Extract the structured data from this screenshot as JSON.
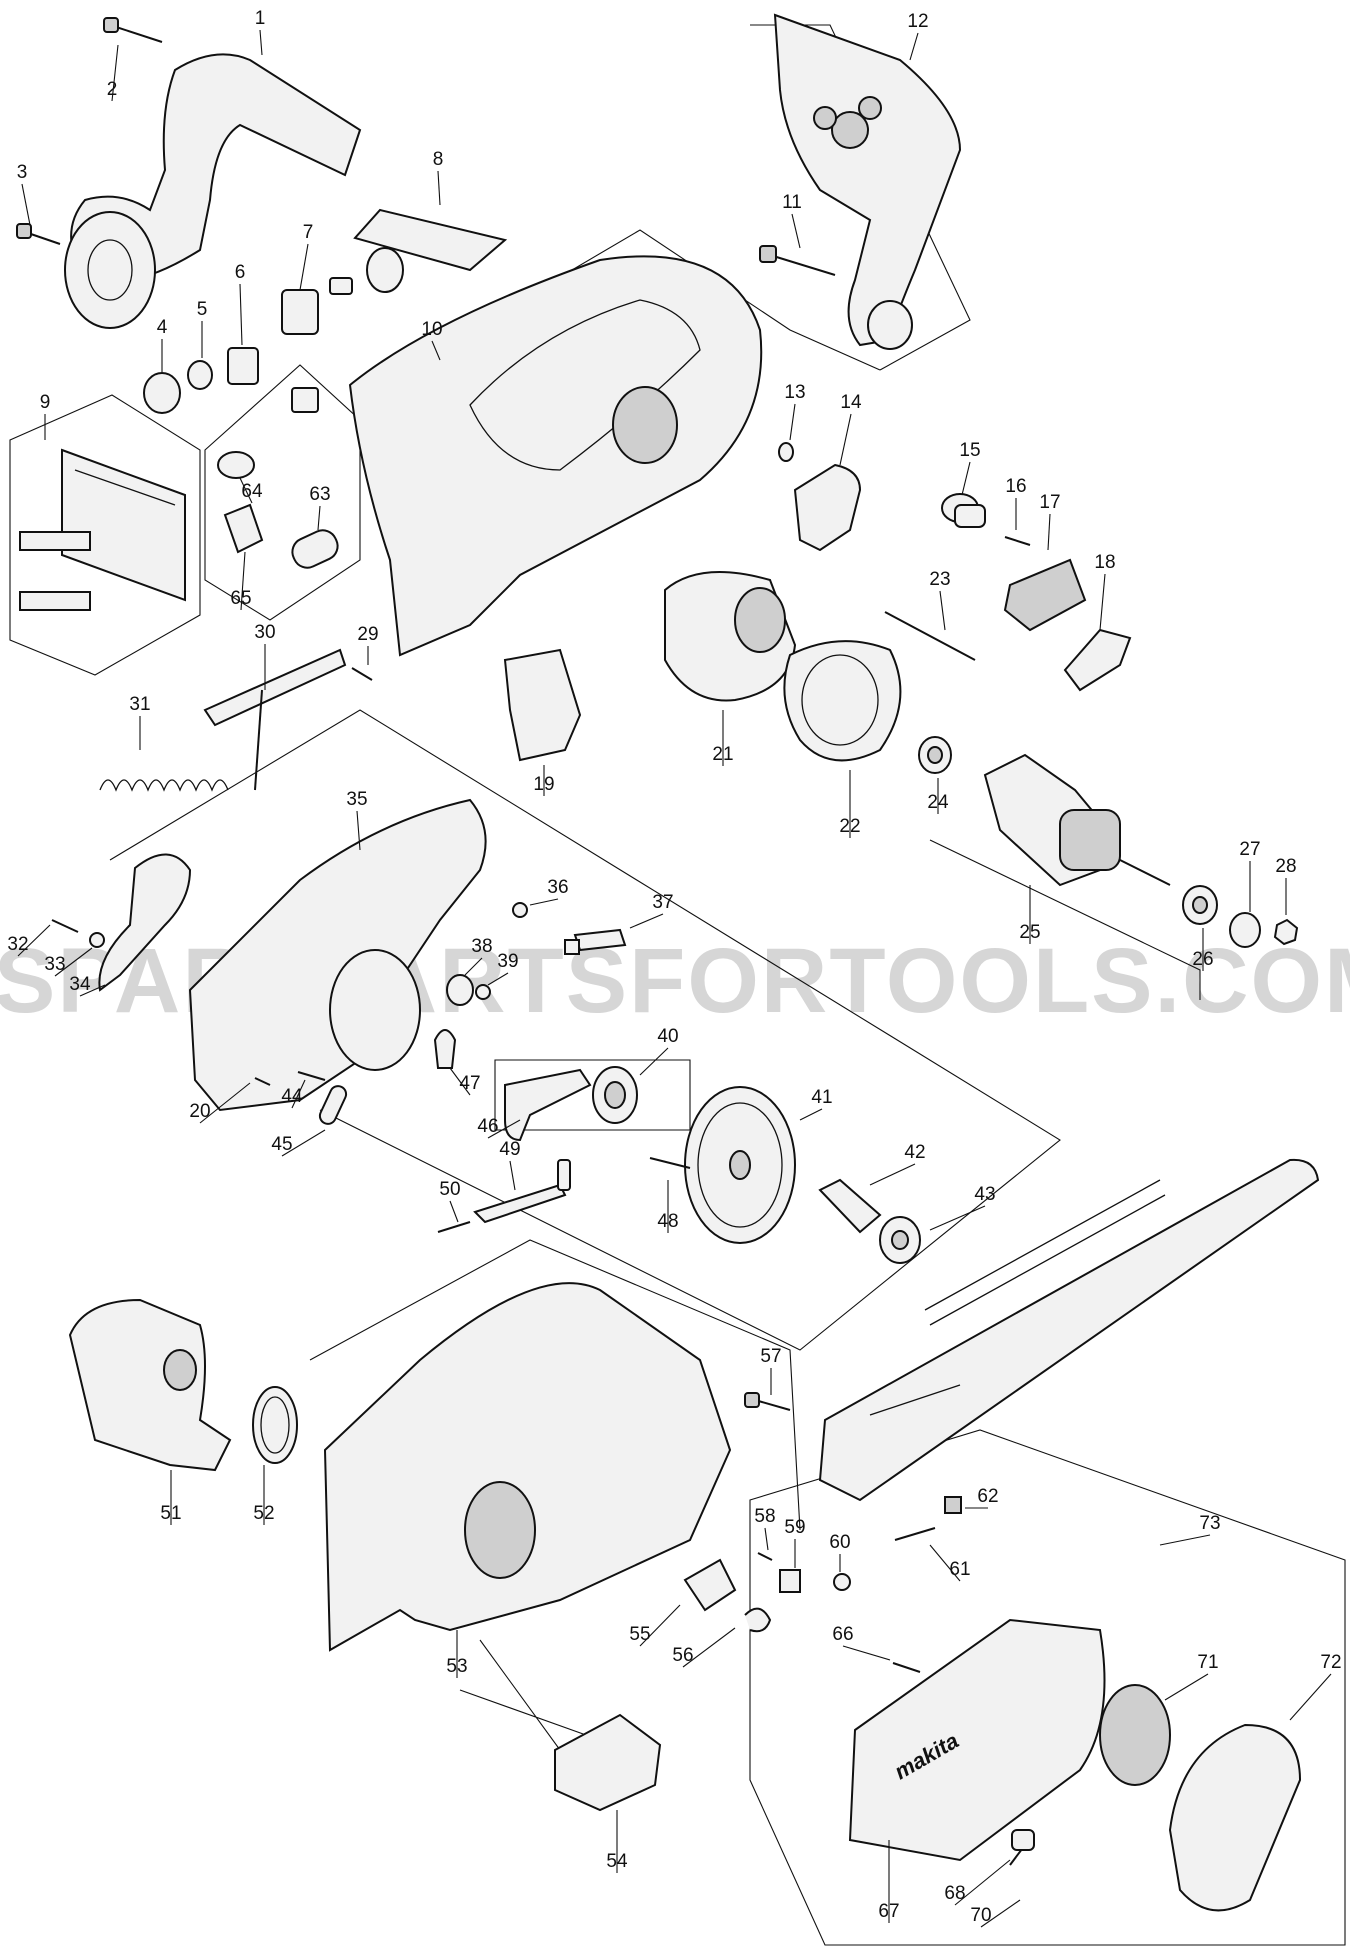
{
  "watermark": "SPAREPARTSFORTOOLS.COM.AU",
  "brand_mark": "makita",
  "parts": [
    {
      "n": "1"
    },
    {
      "n": "2"
    },
    {
      "n": "3"
    },
    {
      "n": "4"
    },
    {
      "n": "5"
    },
    {
      "n": "6"
    },
    {
      "n": "7"
    },
    {
      "n": "8"
    },
    {
      "n": "9"
    },
    {
      "n": "10"
    },
    {
      "n": "11"
    },
    {
      "n": "12"
    },
    {
      "n": "13"
    },
    {
      "n": "14"
    },
    {
      "n": "15"
    },
    {
      "n": "16"
    },
    {
      "n": "17"
    },
    {
      "n": "18"
    },
    {
      "n": "19"
    },
    {
      "n": "20"
    },
    {
      "n": "21"
    },
    {
      "n": "22"
    },
    {
      "n": "23"
    },
    {
      "n": "24"
    },
    {
      "n": "25"
    },
    {
      "n": "26"
    },
    {
      "n": "27"
    },
    {
      "n": "28"
    },
    {
      "n": "29"
    },
    {
      "n": "30"
    },
    {
      "n": "31"
    },
    {
      "n": "32"
    },
    {
      "n": "33"
    },
    {
      "n": "34"
    },
    {
      "n": "35"
    },
    {
      "n": "36"
    },
    {
      "n": "37"
    },
    {
      "n": "38"
    },
    {
      "n": "39"
    },
    {
      "n": "40"
    },
    {
      "n": "41"
    },
    {
      "n": "42"
    },
    {
      "n": "43"
    },
    {
      "n": "44"
    },
    {
      "n": "45"
    },
    {
      "n": "46"
    },
    {
      "n": "47"
    },
    {
      "n": "48"
    },
    {
      "n": "49"
    },
    {
      "n": "50"
    },
    {
      "n": "51"
    },
    {
      "n": "52"
    },
    {
      "n": "53"
    },
    {
      "n": "54"
    },
    {
      "n": "55"
    },
    {
      "n": "56"
    },
    {
      "n": "57"
    },
    {
      "n": "58"
    },
    {
      "n": "59"
    },
    {
      "n": "60"
    },
    {
      "n": "61"
    },
    {
      "n": "62"
    },
    {
      "n": "63"
    },
    {
      "n": "64"
    },
    {
      "n": "65"
    },
    {
      "n": "66"
    },
    {
      "n": "67"
    },
    {
      "n": "68"
    },
    {
      "n": "70"
    },
    {
      "n": "71"
    },
    {
      "n": "72"
    },
    {
      "n": "73"
    }
  ]
}
